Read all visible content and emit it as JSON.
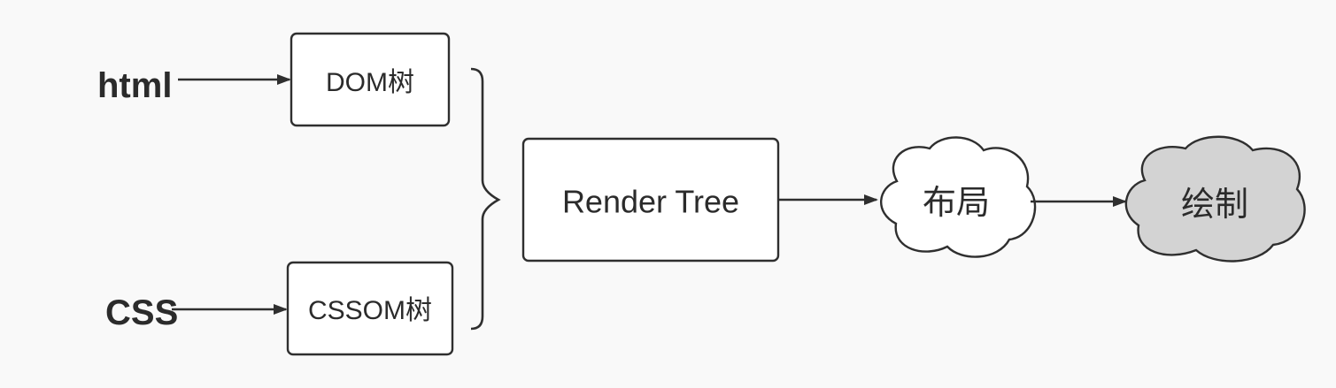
{
  "diagram": {
    "inputs": {
      "html": "html",
      "css": "CSS"
    },
    "nodes": {
      "dom_tree": "DOM树",
      "cssom_tree": "CSSOM树",
      "render_tree": "Render Tree",
      "layout": "布局",
      "paint": "绘制"
    },
    "colors": {
      "background": "#f9f9f9",
      "box_fill": "#ffffff",
      "paint_fill": "#d3d3d3",
      "stroke": "#2f2f2f"
    }
  }
}
